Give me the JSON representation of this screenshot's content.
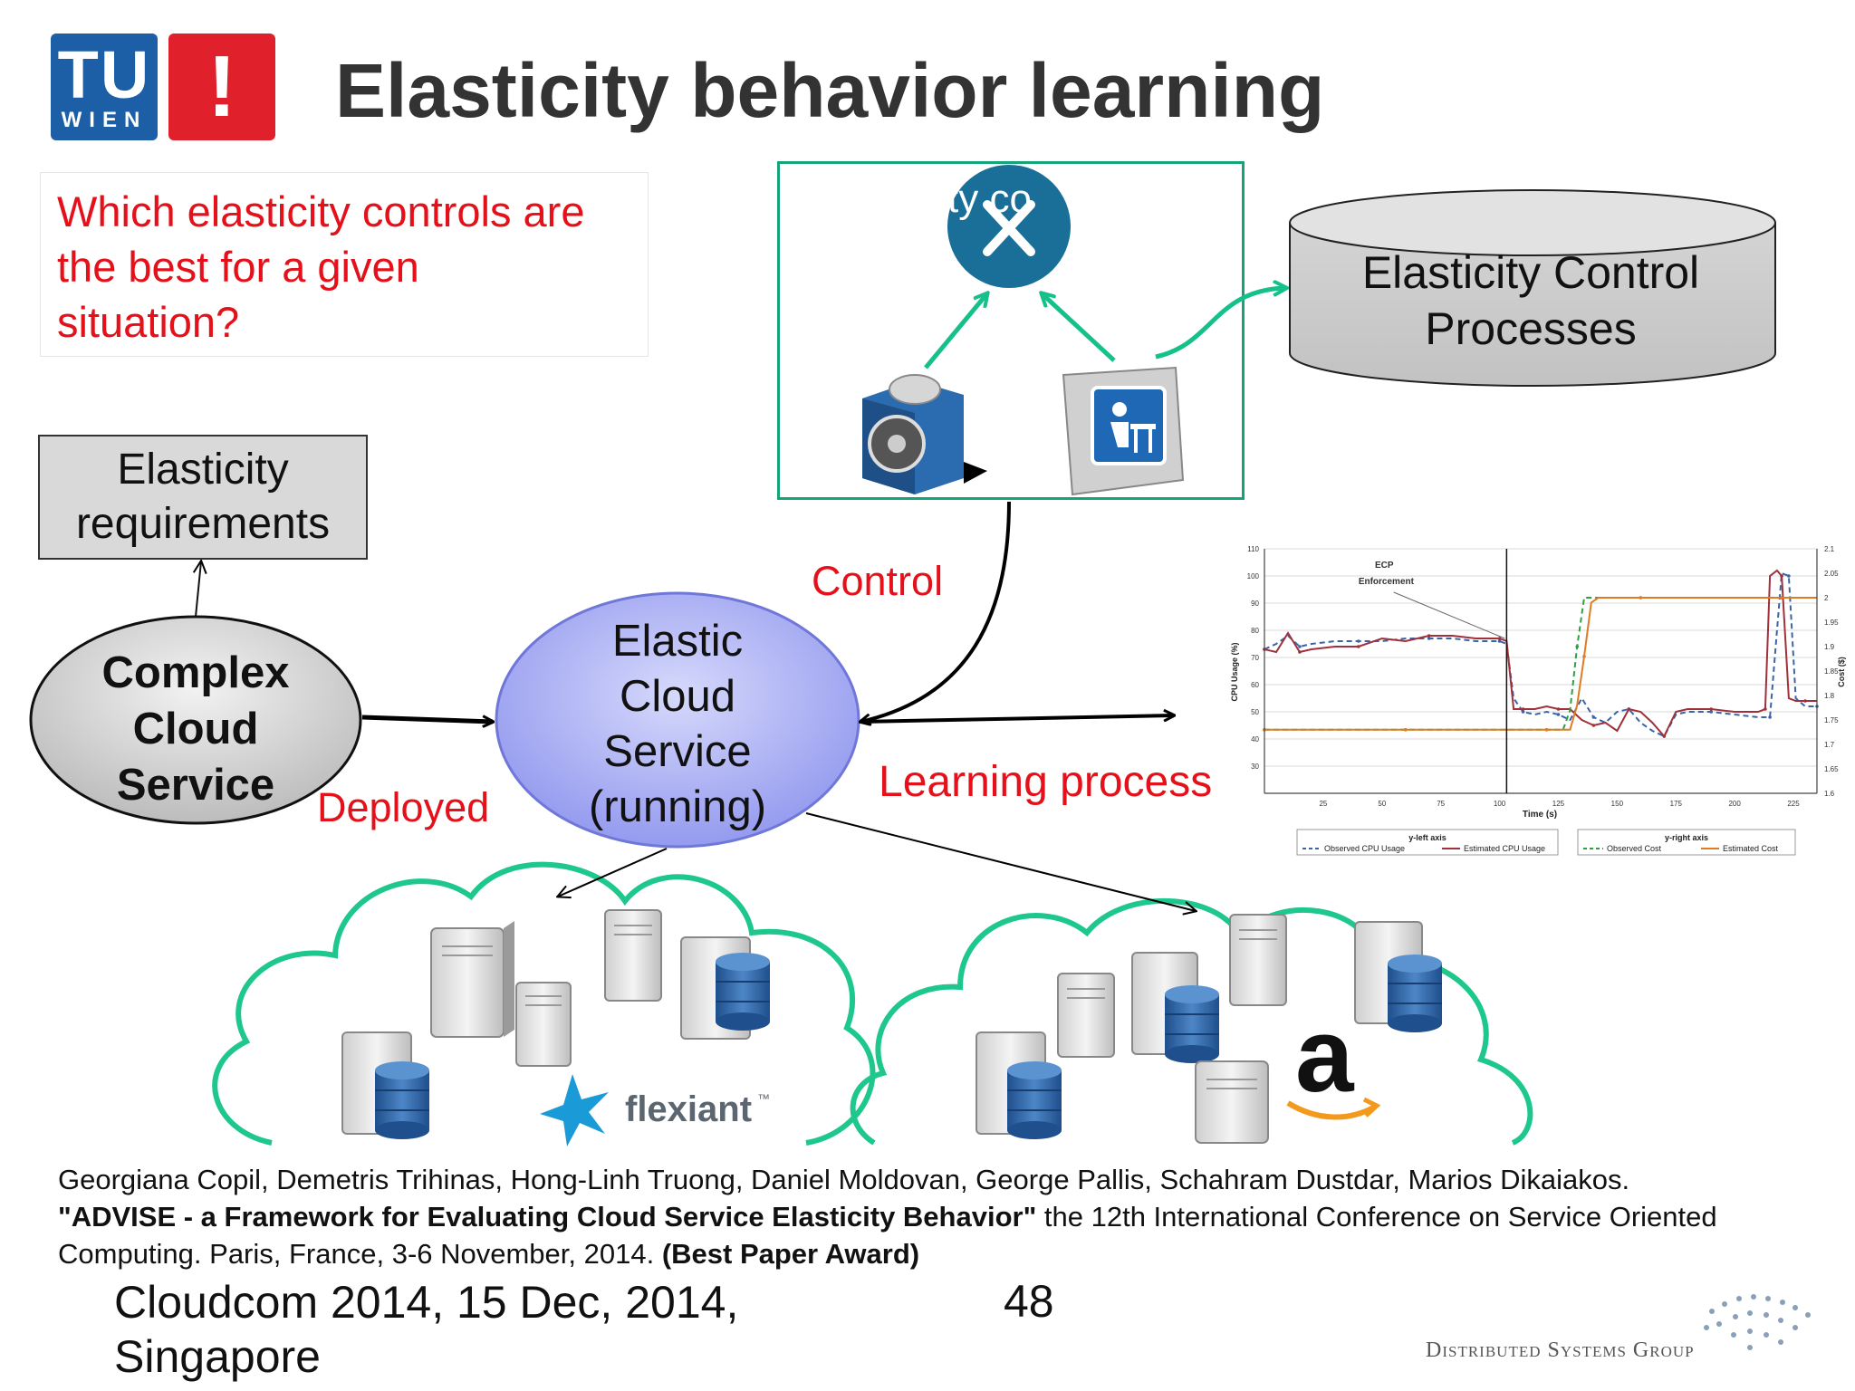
{
  "header": {
    "logo_tu": "TU",
    "logo_wien": "WIEN",
    "logo_exclaim": "!",
    "title": "Elasticity behavior learning"
  },
  "question": {
    "line1": "Which elasticity controls are",
    "line2": "the best for a given",
    "line3": "situation?"
  },
  "requirements_box": {
    "line1": "Elasticity",
    "line2": "requirements"
  },
  "complex_service": {
    "line1": "Complex",
    "line2": "Cloud",
    "line3": "Service"
  },
  "elastic_service": {
    "line1": "Elastic",
    "line2": "Cloud",
    "line3": "Service",
    "line4": "(running)"
  },
  "labels": {
    "deployed": "Deployed",
    "control": "Control",
    "learning": "Learning process",
    "control_box_partial": "ty co"
  },
  "ecp_store": {
    "line1": "Elasticity Control",
    "line2": "Processes"
  },
  "providers": {
    "flexiant": "flexiant",
    "flexiant_tm": "™",
    "amazon": "a"
  },
  "chart_data": {
    "type": "line",
    "title": "",
    "xlabel": "Time (s)",
    "ylabel": "CPU Usage (%)",
    "y2label": "Cost ($)",
    "x_ticks": [
      "25",
      "50",
      "75",
      "100",
      "125",
      "150",
      "175",
      "200",
      "225"
    ],
    "y_left_ticks": [
      "110",
      "100",
      "90",
      "80",
      "70",
      "60",
      "50",
      "40",
      "30"
    ],
    "y_right_ticks": [
      "2.1",
      "2.05",
      "2",
      "1.95",
      "1.9",
      "1.85",
      "1.8",
      "1.75",
      "1.7",
      "1.65",
      "1.6"
    ],
    "xlim": [
      0,
      235
    ],
    "ylim": [
      20,
      110
    ],
    "y2lim": [
      1.6,
      2.1
    ],
    "annotation": {
      "line1": "ECP",
      "line2": "Enforcement",
      "x": 103
    },
    "legend_left_title": "y-left axis",
    "legend_right_title": "y-right axis",
    "grid": true,
    "series": [
      {
        "name": "Observed CPU Usage",
        "axis": "left",
        "color": "#3a64a8",
        "style": "dashed",
        "x": [
          0,
          5,
          10,
          15,
          20,
          30,
          40,
          50,
          60,
          70,
          80,
          90,
          100,
          103,
          106,
          110,
          115,
          120,
          125,
          130,
          135,
          140,
          145,
          150,
          155,
          160,
          165,
          170,
          175,
          180,
          190,
          200,
          210,
          215,
          218,
          220,
          223,
          226,
          230,
          235
        ],
        "y": [
          73,
          75,
          78,
          74,
          75,
          76,
          76,
          76,
          77,
          77,
          77,
          76,
          76,
          75,
          55,
          50,
          49,
          50,
          49,
          47,
          55,
          48,
          46,
          50,
          51,
          46,
          43,
          41,
          49,
          50,
          50,
          49,
          48,
          48,
          80,
          101,
          100,
          55,
          52,
          52
        ]
      },
      {
        "name": "Estimated CPU Usage",
        "axis": "left",
        "color": "#a0303a",
        "style": "solid",
        "x": [
          0,
          5,
          10,
          15,
          20,
          30,
          40,
          50,
          60,
          70,
          80,
          90,
          100,
          103,
          106,
          110,
          115,
          120,
          125,
          130,
          135,
          140,
          145,
          150,
          155,
          160,
          165,
          170,
          175,
          180,
          190,
          200,
          210,
          213,
          215,
          218,
          220,
          223,
          226,
          230,
          235
        ],
        "y": [
          73,
          72,
          79,
          72,
          73,
          74,
          74,
          77,
          76,
          78,
          78,
          77,
          77,
          76,
          51,
          51,
          51,
          52,
          51,
          51,
          47,
          45,
          46,
          43,
          51,
          50,
          46,
          41,
          50,
          51,
          51,
          50,
          50,
          51,
          100,
          102,
          100,
          55,
          54,
          54,
          54
        ]
      },
      {
        "name": "Observed Cost",
        "axis": "right",
        "color": "#2ea043",
        "style": "dashed",
        "x": [
          0,
          20,
          40,
          60,
          80,
          100,
          120,
          127,
          130,
          133,
          136,
          140,
          160,
          180,
          200,
          220,
          235
        ],
        "y": [
          1.73,
          1.73,
          1.73,
          1.73,
          1.73,
          1.73,
          1.73,
          1.73,
          1.77,
          1.9,
          2.0,
          2.0,
          2.0,
          2.0,
          2.0,
          2.0,
          2.0
        ]
      },
      {
        "name": "Estimated Cost",
        "axis": "right",
        "color": "#e07b24",
        "style": "solid",
        "x": [
          0,
          20,
          40,
          60,
          80,
          100,
          120,
          130,
          133,
          136,
          139,
          142,
          160,
          180,
          200,
          220,
          235
        ],
        "y": [
          1.73,
          1.73,
          1.73,
          1.73,
          1.73,
          1.73,
          1.73,
          1.73,
          1.78,
          1.88,
          1.99,
          2.0,
          2.0,
          2.0,
          2.0,
          2.0,
          2.0
        ]
      }
    ]
  },
  "reference": {
    "authors": "Georgiana Copil, Demetris Trihinas, Hong-Linh Truong, Daniel Moldovan, George Pallis, Schahram Dustdar, Marios Dikaiakos.",
    "title": "\"ADVISE - a Framework for Evaluating Cloud Service Elasticity Behavior\"",
    "venue": " the 12th International Conference on Service Oriented Computing. Paris, France, 3-6 November, 2014. ",
    "award": "(Best Paper Award)"
  },
  "footer": {
    "line1": "Cloudcom 2014, 15 Dec, 2014,",
    "line2": "Singapore",
    "page_number": "48",
    "group": "Distributed Systems Group"
  },
  "colors": {
    "accent_green": "#16a37a",
    "red_text": "#e4111b",
    "tu_blue": "#1d5fa6",
    "tu_red": "#e0202a",
    "ellipse_blue": "#a8aef0"
  }
}
